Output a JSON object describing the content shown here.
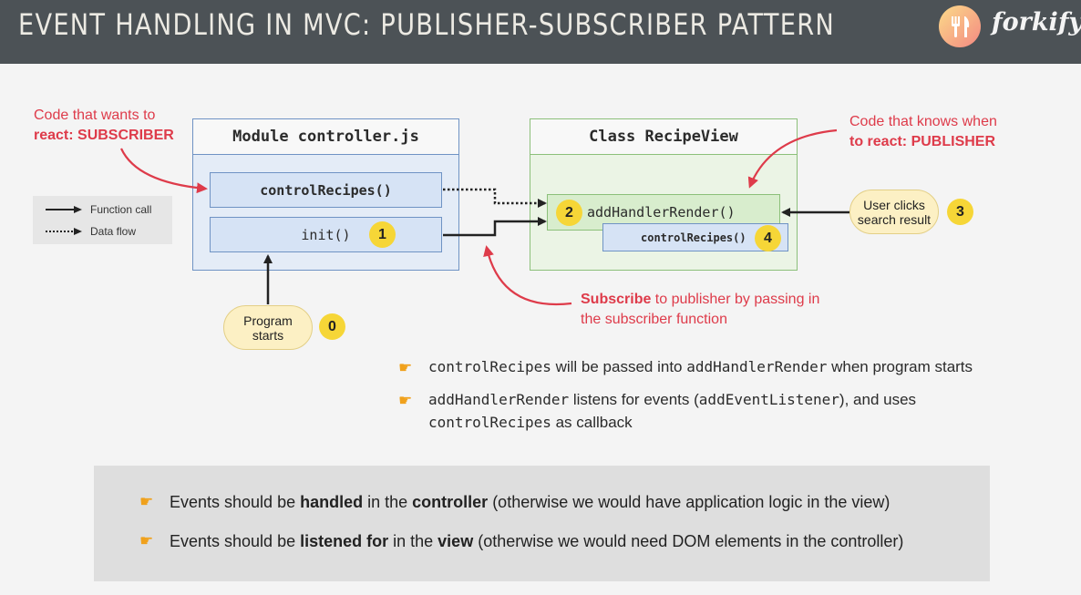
{
  "header": {
    "title": "EVENT HANDLING IN MVC: PUBLISHER-SUBSCRIBER PATTERN",
    "logo_text": "forkify",
    "logo_icon": "fork-knife-icon"
  },
  "legend": {
    "function_call": "Function call",
    "data_flow": "Data flow"
  },
  "module_box": {
    "title": "Module controller.js",
    "fn1": "controlRecipes()",
    "fn2": "init()"
  },
  "class_box": {
    "title": "Class RecipeView",
    "fn1": "addHandlerRender()",
    "fn2": "controlRecipes()"
  },
  "badges": {
    "zero": "0",
    "one": "1",
    "two": "2",
    "three": "3",
    "four": "4"
  },
  "notes": {
    "subscriber_line1": "Code that wants to",
    "subscriber_line2": "react: SUBSCRIBER",
    "publisher_line1": "Code that knows when",
    "publisher_line2": "to react: PUBLISHER",
    "subscribe_bold": "Subscribe",
    "subscribe_rest": " to publisher by passing in",
    "subscribe_line2": "the subscriber function"
  },
  "pills": {
    "program": "Program starts",
    "user": "User clicks search result"
  },
  "bullets": {
    "b1_code1": "controlRecipes",
    "b1_t1": " will be passed into ",
    "b1_code2": "addHandlerRender",
    "b1_t2": " when program starts",
    "b2_code1": "addHandlerRender",
    "b2_t1": " listens for events (",
    "b2_code2": "addEventListener",
    "b2_t2": "), and uses",
    "b2_code3": "controlRecipes",
    "b2_t3": " as callback"
  },
  "summary": {
    "l1_a": "Events should be ",
    "l1_b": "handled",
    "l1_c": " in the ",
    "l1_d": "controller",
    "l1_e": " (otherwise we would have application logic in the view)",
    "l2_a": "Events should be ",
    "l2_b": "listened for",
    "l2_c": " in the ",
    "l2_d": "view",
    "l2_e": " (otherwise we would need DOM elements in the controller)"
  },
  "colors": {
    "accent_red": "#de3b4a",
    "badge_yellow": "#f6d637",
    "module_blue": "#6f93c4",
    "class_green": "#8cc07a"
  }
}
